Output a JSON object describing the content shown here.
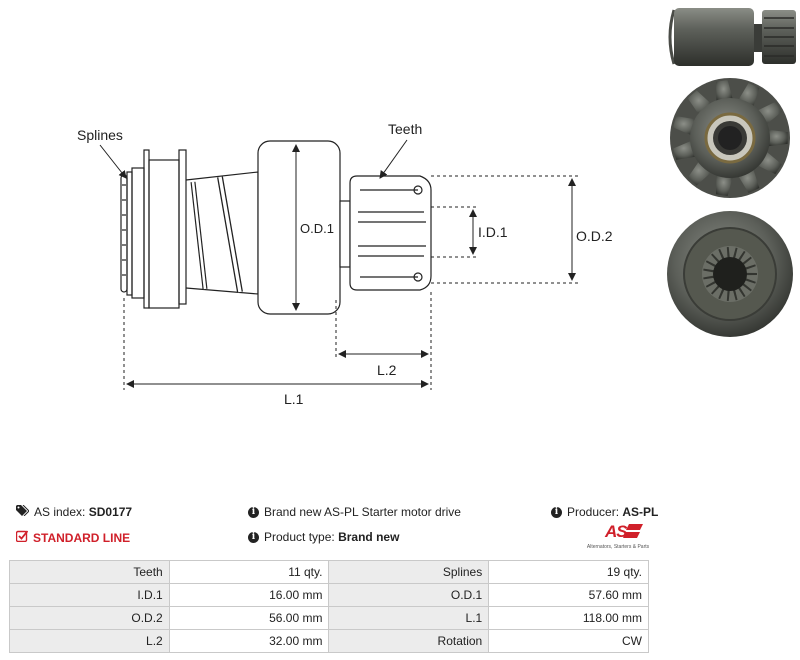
{
  "diagram": {
    "labels": {
      "splines": "Splines",
      "teeth": "Teeth",
      "od1": "O.D.1",
      "id1": "I.D.1",
      "od2": "O.D.2",
      "l2": "L.2",
      "l1": "L.1"
    }
  },
  "info": {
    "index_label": "AS index:",
    "index_value": "SD0177",
    "description": "Brand new AS-PL Starter motor drive",
    "producer_label": "Producer:",
    "producer_value": "AS-PL",
    "line": "STANDARD LINE",
    "product_type_label": "Product type:",
    "product_type_value": "Brand new"
  },
  "logo": {
    "mark": "AS",
    "tagline": "Alternators, Starters & Parts"
  },
  "specs": [
    [
      "Teeth",
      "11 qty.",
      "Splines",
      "19 qty."
    ],
    [
      "I.D.1",
      "16.00 mm",
      "O.D.1",
      "57.60 mm"
    ],
    [
      "O.D.2",
      "56.00 mm",
      "L.1",
      "118.00 mm"
    ],
    [
      "L.2",
      "32.00 mm",
      "Rotation",
      "CW"
    ]
  ],
  "colors": {
    "accent_red": "#d0202a",
    "table_key_bg": "#ececec",
    "table_border": "#c9c9c9"
  },
  "icons": [
    "tag-icon",
    "info-icon",
    "check-square-icon"
  ]
}
